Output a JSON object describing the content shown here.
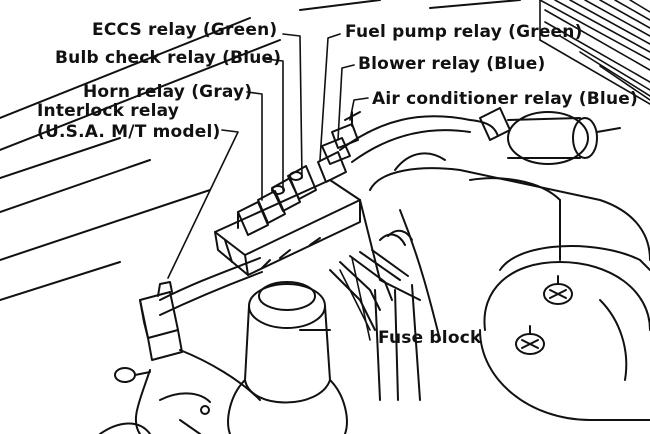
{
  "labels": {
    "eccs_relay": "ECCS relay (Green)",
    "bulb_check_relay": "Bulb check relay (Blue)",
    "horn_relay": "Horn relay (Gray)",
    "interlock_relay_line1": "Interlock relay",
    "interlock_relay_line2": "(U.S.A. M/T model)",
    "fuel_pump_relay": "Fuel pump relay (Green)",
    "blower_relay": "Blower relay (Blue)",
    "air_conditioner_relay": "Air conditioner relay (Blue)",
    "fuse_block": "Fuse block"
  },
  "colors": {
    "ink": "#111111",
    "paper": "#ffffff"
  }
}
